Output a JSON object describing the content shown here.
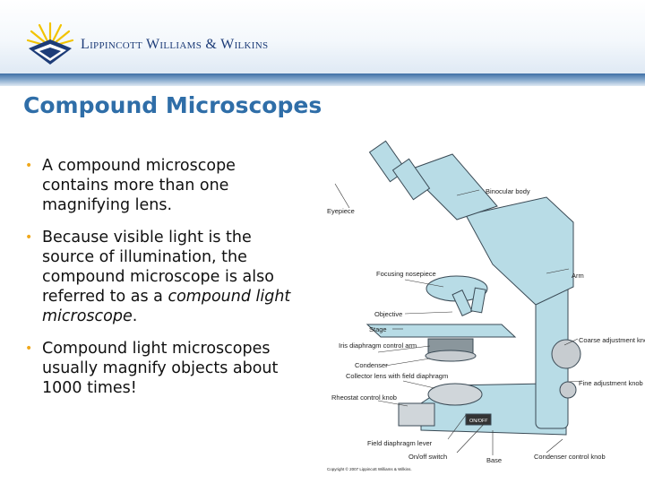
{
  "header": {
    "logo_text": "Lippincott Williams & Wilkins",
    "brand_color": "#1d3c78",
    "logo_accent_color": "#f2c300"
  },
  "slide": {
    "title": "Compound Microscopes",
    "title_color": "#2f6ea8",
    "bullet_color": "#f0a81c",
    "bullet_glyph": "•",
    "bullets": [
      {
        "text": "A compound microscope contains more than one magnifying lens."
      },
      {
        "text_before": "Because visible light is the source of illumination, the compound microscope is also referred to as a ",
        "text_italic": "compound light microscope",
        "text_after": "."
      },
      {
        "text": "Compound light microscopes usually magnify objects about 1000 times!"
      }
    ]
  },
  "diagram": {
    "body_color": "#b8dce6",
    "labels": {
      "eyepiece": "Eyepiece",
      "binocular_body": "Binocular body",
      "focusing_nosepiece": "Focusing nosepiece",
      "arm": "Arm",
      "objective": "Objective",
      "stage": "Stage",
      "iris_diaphragm": "Iris diaphragm control arm",
      "condenser": "Condenser",
      "collector_lens": "Collector lens with field diaphragm",
      "rheostat": "Rheostat control knob",
      "coarse_knob": "Coarse adjustment knob",
      "fine_knob": "Fine adjustment knob",
      "field_diaphragm_lever": "Field diaphragm lever",
      "on_off_switch": "On/off switch",
      "base": "Base",
      "condenser_control_knob": "Condenser control knob",
      "on_off_plate": "ON/OFF",
      "copyright": "Copyright © 2007 Lippincott Williams & Wilkins."
    }
  }
}
